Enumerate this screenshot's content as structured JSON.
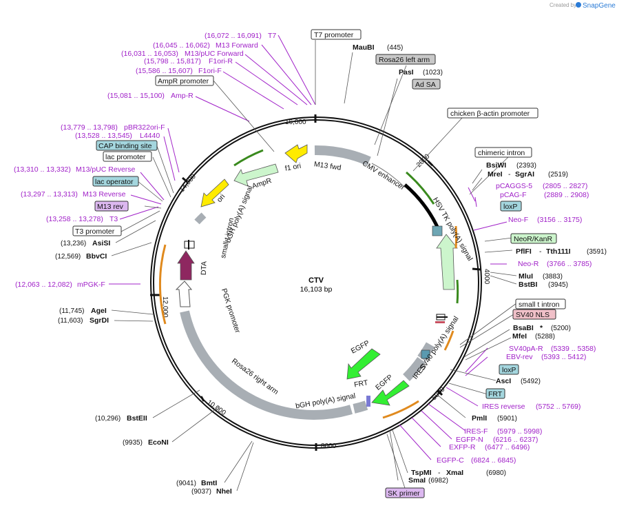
{
  "brand": {
    "created_by": "Created by",
    "name": "SnapGene"
  },
  "plasmid": {
    "name": "CTV",
    "size": "16,103 bp"
  },
  "ticks": [
    "16,000",
    "2000",
    "4000",
    "6000",
    "8000",
    "10,000",
    "12,000",
    "14,000"
  ],
  "boxed_labels": {
    "t7_promoter_top": "T7 promoter",
    "rosa26_left_arm": "Rosa26 left arm",
    "ad_sa": "Ad SA",
    "chicken_actin_promoter": "chicken β-actin promoter",
    "chimeric_intron": "chimeric intron",
    "loxp_1": "loxP",
    "neor_kanr": "NeoR/KanR",
    "small_t_intron_right": "small t intron",
    "sv40_nls": "SV40 NLS",
    "loxp_2": "loxP",
    "frt": "FRT",
    "sk_primer": "SK primer",
    "ampr_promoter": "AmpR promoter",
    "cap_binding_site": "CAP binding site",
    "lac_promoter": "lac promoter",
    "lac_operator": "lac operator",
    "m13_rev": "M13 rev",
    "t3_promoter": "T3 promoter"
  },
  "enzymes": {
    "maubi": {
      "name": "MauBI",
      "pos": "(445)"
    },
    "pasi": {
      "name": "PasI",
      "pos": "(1023)"
    },
    "bsiwi": {
      "name": "BsiWI",
      "pos": "(2393)"
    },
    "mrei": {
      "name": "MreI",
      "sep": "-",
      "name2": "SgrAI",
      "pos": "(2519)"
    },
    "pflfi": {
      "name": "PflFI",
      "sep": "-",
      "name2": "Tth111I",
      "pos": "(3591)"
    },
    "mlui": {
      "name": "MluI",
      "pos": "(3883)"
    },
    "bstbi": {
      "name": "BstBI",
      "pos": "(3945)"
    },
    "bsabi": {
      "name": "BsaBI",
      "star": "*",
      "pos": "(5200)"
    },
    "mfei": {
      "name": "MfeI",
      "pos": "(5288)"
    },
    "asci": {
      "name": "AscI",
      "pos": "(5492)"
    },
    "pmli": {
      "name": "PmlI",
      "pos": "(5901)"
    },
    "tspmi": {
      "name": "TspMI",
      "sep": "-",
      "name2": "XmaI",
      "pos": "(6980)"
    },
    "smai": {
      "name": "SmaI",
      "pos": "(6982)"
    },
    "asisi": {
      "name": "AsiSI",
      "pos": "(13,236)"
    },
    "bbvci": {
      "name": "BbvCI",
      "pos": "(12,569)"
    },
    "agei": {
      "name": "AgeI",
      "pos": "(11,745)"
    },
    "sgrdi": {
      "name": "SgrDI",
      "pos": "(11,603)"
    },
    "bsteii": {
      "name": "BstEII",
      "pos": "(10,296)"
    },
    "econi": {
      "name": "EcoNI",
      "pos": "(9935)"
    },
    "bmti": {
      "name": "BmtI",
      "pos": "(9041)"
    },
    "nhei": {
      "name": "NheI",
      "pos": "(9037)"
    }
  },
  "primers": {
    "t7": {
      "range": "(16,072 .. 16,091)",
      "name": "T7"
    },
    "m13fwd": {
      "range": "(16,045 .. 16,062)",
      "name": "M13 Forward"
    },
    "m13puc": {
      "range": "(16,031 .. 16,053)",
      "name": "M13/pUC Forward"
    },
    "f1orir": {
      "range": "(15,798 .. 15,817)",
      "name": "F1ori-R"
    },
    "f1orif": {
      "range": "(15,586 .. 15,607)",
      "name": "F1ori-F"
    },
    "ampr": {
      "range": "(15,081 .. 15,100)",
      "name": "Amp-R"
    },
    "pbr322": {
      "range": "(13,779 .. 13,798)",
      "name": "pBR322ori-F"
    },
    "l4440": {
      "range": "(13,528 .. 13,545)",
      "name": "L4440"
    },
    "m13pucrev": {
      "range": "(13,310 .. 13,332)",
      "name": "M13/pUC Reverse"
    },
    "m13reverse": {
      "range": "(13,297 .. 13,313)",
      "name": "M13 Reverse"
    },
    "t3": {
      "range": "(13,258 .. 13,278)",
      "name": "T3"
    },
    "mpgkf": {
      "range": "(12,063 .. 12,082)",
      "name": "mPGK-F"
    },
    "pcaggs5": {
      "name": "pCAGGS-5",
      "range": "(2805 .. 2827)"
    },
    "pcagf": {
      "name": "pCAG-F",
      "range": "(2889 .. 2908)"
    },
    "neof": {
      "name": "Neo-F",
      "range": "(3156 .. 3175)"
    },
    "neor": {
      "name": "Neo-R",
      "range": "(3766 .. 3785)"
    },
    "sv40par": {
      "name": "SV40pA-R",
      "range": "(5339 .. 5358)"
    },
    "ebvrev": {
      "name": "EBV-rev",
      "range": "(5393 .. 5412)"
    },
    "iresrev": {
      "name": "IRES reverse",
      "range": "(5752 .. 5769)"
    },
    "iresf": {
      "name": "IRES-F",
      "range": "(5979 .. 5998)"
    },
    "egfpn": {
      "name": "EGFP-N",
      "range": "(6216 .. 6237)"
    },
    "exfpr": {
      "name": "EXFP-R",
      "range": "(6477 .. 6496)"
    },
    "egfpc": {
      "name": "EGFP-C",
      "range": "(6824 .. 6845)"
    }
  },
  "features": {
    "m13fwd": "M13 fwd",
    "cmv_enhancer": "CMV enhancer",
    "hsv_tk_polya": "HSV TK poly(A) signal",
    "f1_ori": "f1 ori",
    "ampr": "AmpR",
    "ori": "ori",
    "bgh_polya_left": "bGH poly(A) signal",
    "small_t_intron_left": "small t intron",
    "dta": "DTA",
    "pgk_promoter": "PGK promoter",
    "rosa26_right_arm": "Rosa26 right arm",
    "bgh_polya_bottom": "bGH poly(A) signal",
    "frt": "FRT",
    "egfp_inner": "EGFP",
    "egfp_outer": "EGFP",
    "ires": "IRES",
    "sv40_polya": "SV40 poly(A) signal"
  }
}
